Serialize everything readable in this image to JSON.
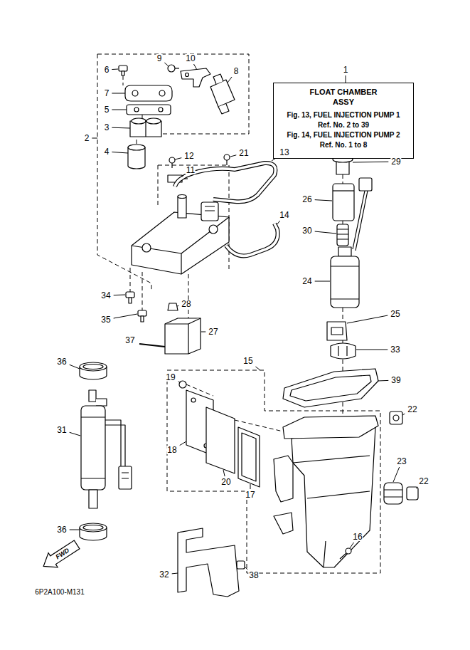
{
  "diagram": {
    "nodes": [
      {
        "text": [
          "FLOAT CHAMBER ASSY",
          "Fig. 13, FUEL INJECTION PUMP 1 Ref. No. 2 to 39",
          "Fig. 14, FUEL INJECTION PUMP 2 Ref. No. 1 to 8"
        ]
      }
    ],
    "labels": [
      "1",
      "6",
      "9",
      "10",
      "8",
      "7",
      "5",
      "3",
      "2",
      "4",
      "12",
      "21",
      "13",
      "11",
      "29",
      "26",
      "14",
      "30",
      "24",
      "34",
      "28",
      "25",
      "35",
      "27",
      "37",
      "33",
      "36",
      "15",
      "22",
      "39",
      "19",
      "31",
      "18",
      "20",
      "23",
      "17",
      "22",
      "36",
      "16",
      "38",
      "32",
      "FWD",
      "6P2A100-M131"
    ]
  }
}
